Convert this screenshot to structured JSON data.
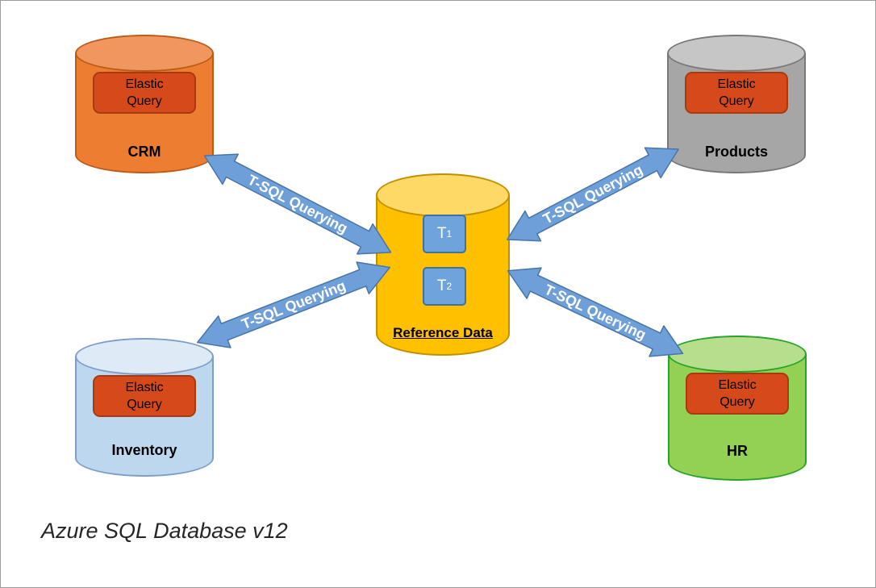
{
  "diagram": {
    "caption": "Azure SQL Database v12",
    "badge_label": "Elastic Query",
    "databases": [
      {
        "name": "CRM",
        "color": "#ED7D31"
      },
      {
        "name": "Products",
        "color": "#A6A6A6"
      },
      {
        "name": "Inventory",
        "color": "#BDD7EE"
      },
      {
        "name": "HR",
        "color": "#92D050"
      }
    ],
    "center_database": {
      "name": "Reference Data",
      "color": "#FFC000",
      "tables": [
        {
          "label": "T",
          "sub": "1"
        },
        {
          "label": "T",
          "sub": "2"
        }
      ]
    },
    "arrows": [
      {
        "label": "T-SQL Querying",
        "from": "CRM",
        "to": "Reference Data"
      },
      {
        "label": "T-SQL Querying",
        "from": "Products",
        "to": "Reference Data"
      },
      {
        "label": "T-SQL Querying",
        "from": "Inventory",
        "to": "Reference Data"
      },
      {
        "label": "T-SQL Querying",
        "from": "HR",
        "to": "Reference Data"
      }
    ],
    "colors": {
      "arrow_fill": "#6E9FD8",
      "arrow_stroke": "#4875A8",
      "badge_fill": "#D6491A",
      "badge_stroke": "#A83A10",
      "table_box_fill": "#6FA3DC"
    }
  }
}
